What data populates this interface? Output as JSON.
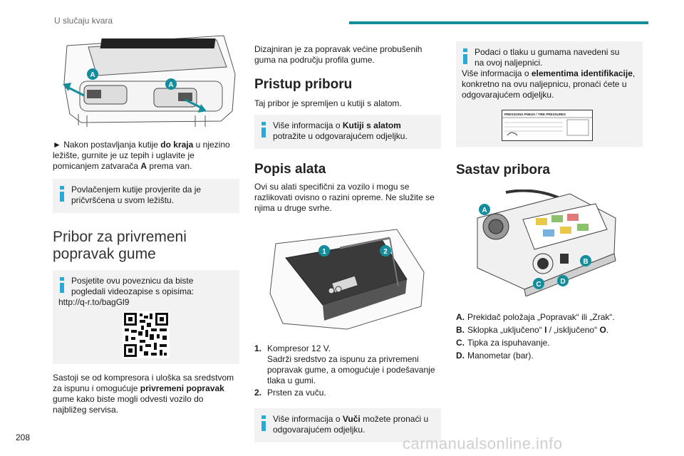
{
  "header": {
    "title": "U slučaju kvara"
  },
  "page_number": "208",
  "watermark": "carmanualsonline.info",
  "col1": {
    "figure_labels": [
      "A",
      "A"
    ],
    "step_text_pre": "► Nakon postavljanja kutije ",
    "step_text_bold": "do kraja",
    "step_text_post": " u njezino ležište, gurnite je uz tepih i uglavite je pomicanjem zatvarača ",
    "step_text_bold2": "A",
    "step_text_post2": " prema van.",
    "info1": "Povlačenjem kutije provjerite da je pričvršćena u svom ležištu.",
    "section_title_line1": "Pribor za privremeni",
    "section_title_line2": "popravak gume",
    "info2_line1": "Posjetite ovu poveznicu da biste",
    "info2_line2": "pogledali videozapise s opisima:",
    "info2_url": "http://q-r.to/bagGl9",
    "para_pre": "Sastoji se od kompresora i uloška sa sredstvom za ispunu i omogućuje ",
    "para_bold": "privremeni popravak",
    "para_post": " gume kako biste mogli odvesti vozilo do najbližeg servisa."
  },
  "col2": {
    "intro": "Dizajniran je za popravak većine probušenih guma na području profila gume.",
    "title_access": "Pristup priboru",
    "access_text": "Taj pribor je spremljen u kutiji s alatom.",
    "info3_pre": "Više informacija o ",
    "info3_bold": "Kutiji s alatom",
    "info3_post": " potražite u odgovarajućem odjeljku.",
    "title_tools": "Popis alata",
    "tools_text": "Ovi su alati specifični za vozilo i mogu se razlikovati ovisno o razini opreme. Ne služite se njima u druge svrhe.",
    "figure_labels": [
      "1",
      "2"
    ],
    "items": [
      {
        "num": "1.",
        "line1": "Kompresor 12 V.",
        "line2": "Sadrži sredstvo za ispunu za privremeni popravak gume, a omogućuje i podešavanje tlaka u gumi."
      },
      {
        "num": "2.",
        "line1": "Prsten za vuču.",
        "line2": ""
      }
    ],
    "info4_pre": "Više informacija o ",
    "info4_bold": "Vuči",
    "info4_post": " možete pronaći u odgovarajućem odjeljku."
  },
  "col3": {
    "info5_line1": "Podaci o tlaku u gumama navedeni su",
    "info5_line2": "na ovoj naljepnici.",
    "info5_line3_pre": "Više informacija o ",
    "info5_line3_bold": "elementima identifikacije",
    "info5_line3_post": ", konkretno na ovu naljepnicu, pronaći ćete u odgovarajućem odjeljku.",
    "label_header": "PRESSIONS PNEUS / TIRE PRESSURES",
    "title_kit": "Sastav pribora",
    "figure_labels": [
      "A",
      "B",
      "C",
      "D"
    ],
    "parts": [
      {
        "letter": "A.",
        "text": "Prekidač položaja „Popravak“ ili „Zrak“."
      },
      {
        "letter": "B.",
        "text_pre": "Sklopka „uključeno“ ",
        "bold1": "I",
        "text_mid": " / „isključeno“ ",
        "bold2": "O",
        "text_post": "."
      },
      {
        "letter": "C.",
        "text": "Tipka za ispuhavanje."
      },
      {
        "letter": "D.",
        "text": "Manometar (bar)."
      }
    ]
  },
  "colors": {
    "accent": "#138d9b",
    "info_icon": "#2aa8d8",
    "box_bg": "#f2f2f2"
  }
}
